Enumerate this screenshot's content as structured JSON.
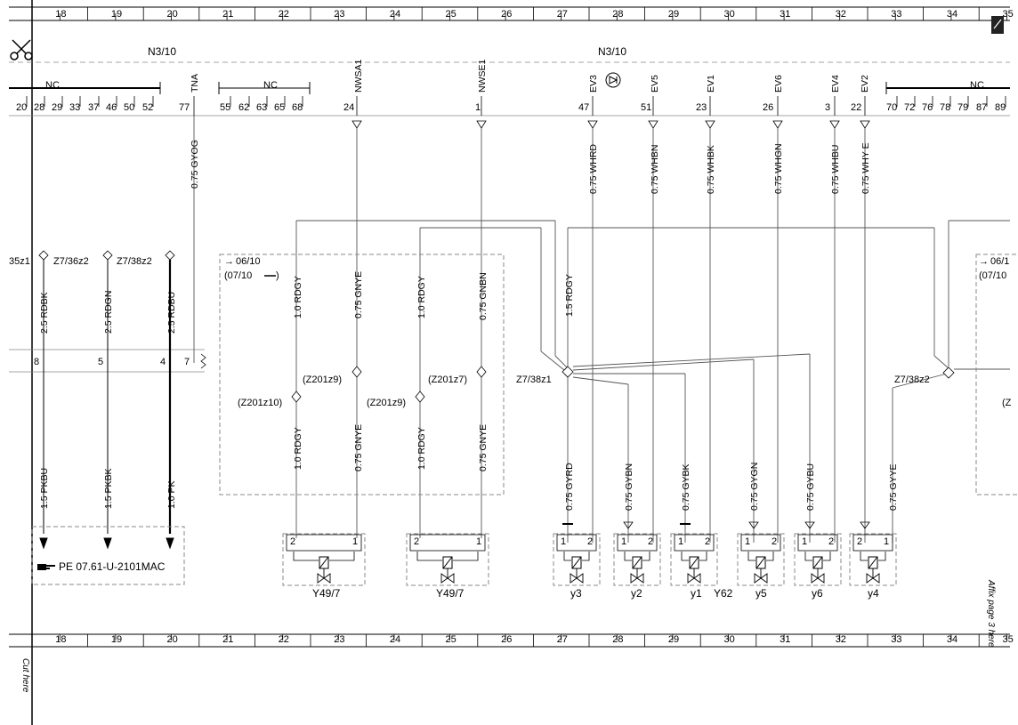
{
  "grid_numbers": [
    "18",
    "19",
    "20",
    "21",
    "22",
    "23",
    "24",
    "25",
    "26",
    "27",
    "28",
    "29",
    "30",
    "31",
    "32",
    "33",
    "34",
    "35"
  ],
  "connector_title_left": "N3/10",
  "connector_title_right": "N3/10",
  "nc_label": "NC",
  "connector_signals": {
    "tna": "TNA",
    "nwsa1": "NWSA1",
    "nwse1": "NWSE1",
    "ev3": "EV3",
    "ev5": "EV5",
    "ev1": "EV1",
    "ev6": "EV6",
    "ev4": "EV4",
    "ev2": "EV2"
  },
  "connector_pins": {
    "nc1": [
      "20",
      "28",
      "29",
      "33",
      "37",
      "46",
      "50",
      "52"
    ],
    "tna": "77",
    "nc2": [
      "55",
      "62",
      "63",
      "65",
      "68"
    ],
    "nwsa1": "24",
    "nwse1": "1",
    "ev3": "47",
    "ev5": "51",
    "ev1": "23",
    "ev6": "26",
    "ev4": "3",
    "ev2": "22",
    "nc3": [
      "70",
      "72",
      "76",
      "78",
      "79",
      "87",
      "89"
    ]
  },
  "upper_wires": {
    "tna": "0.75 GYOG",
    "ev3": "0.75 WHRD",
    "ev5": "0.75 WHBN",
    "ev1": "0.75 WHBK",
    "ev6": "0.75 WHGN",
    "ev4": "0.75 WHBU",
    "ev2": "0.75 WHY E"
  },
  "left_connector": {
    "left_label": "35z1",
    "z1": "Z7/36z2",
    "z2": "Z7/38z2",
    "wires_top": [
      "2.5 RDBK",
      "2.5 RDGN",
      "2.5 RDBU"
    ],
    "pins": [
      "8",
      "5",
      "4",
      "7"
    ],
    "wires_bottom": [
      "1.5 PKBU",
      "1.5 PKBK",
      "1.0 PK"
    ],
    "ref_text": "PE 07.61-U-2101MAC"
  },
  "dashed_box": {
    "ref1": "06/10",
    "ref2": "(07/10",
    "wires_upper": [
      "1.0 RDGY",
      "0.75 GNYE",
      "1.0 RDGY",
      "0.75 GNBN"
    ],
    "splices": [
      "(Z201z10)",
      "(Z201z9)",
      "(Z201z9)",
      "(Z201z7)"
    ],
    "wires_lower": [
      "1.0 RDGY",
      "0.75 GNYE",
      "1.0 RDGY",
      "0.75 GNYE"
    ]
  },
  "center_splice": {
    "wire": "1.5 RDGY",
    "label": "Z7/38z1",
    "right_label": "Z7/38z2",
    "right_ref1": "06/1",
    "right_ref2": "(07/10",
    "right_splice_partial": "(Z"
  },
  "lower_wires": [
    "0.75 GYRD",
    "0.75 GYBN",
    "0.75 GYBK",
    "0.75 GYGN",
    "0.75 GYBU",
    "0.75 GYYE"
  ],
  "valves": {
    "y49_left": "Y49/7",
    "y49_right": "Y49/7",
    "y3": "y3",
    "y2": "y2",
    "y1": "y1",
    "y62": "Y62",
    "y5": "y5",
    "y6": "y6",
    "y4": "y4"
  },
  "valve_pins": {
    "y49": [
      "2",
      "1"
    ],
    "y3": [
      "1",
      "2"
    ],
    "y2": [
      "1",
      "2"
    ],
    "y1": [
      "1",
      "2"
    ],
    "y5": [
      "1",
      "2"
    ],
    "y6": [
      "1",
      "2"
    ],
    "y4": [
      "2",
      "1"
    ]
  },
  "margin_notes": {
    "cut_here": "Cut here",
    "affix": "Affix page 3 here"
  },
  "icons": [
    "scissors-icon",
    "page-corner-icon",
    "pointing-hand-icon",
    "diode-symbol-icon"
  ]
}
